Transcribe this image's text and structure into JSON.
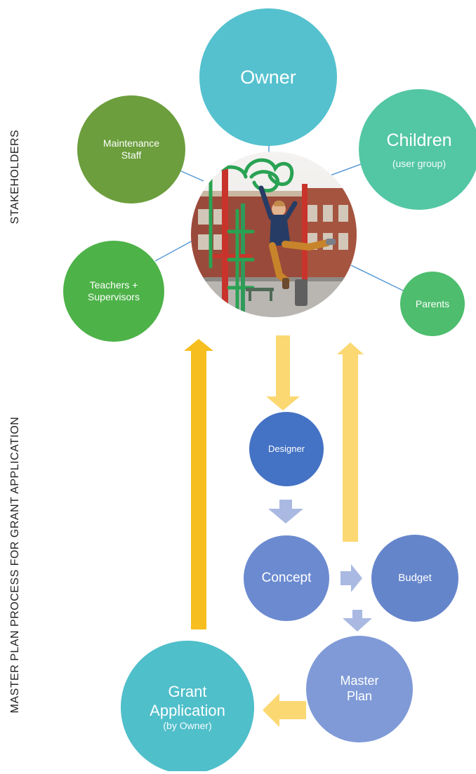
{
  "labels": {
    "stakeholders": "STAKEHOLDERS",
    "process": "MASTER PLAN PROCESS FOR GRANT APPLICATION"
  },
  "nodes": {
    "owner": {
      "label": "Owner",
      "color": "#55C1CE"
    },
    "maintenance": {
      "line1": "Maintenance",
      "line2": "Staff",
      "color": "#6C9E3D"
    },
    "children": {
      "label": "Children",
      "sub": "(user group)",
      "color": "#53C6A3"
    },
    "teachers": {
      "line1": "Teachers +",
      "line2": "Supervisors",
      "color": "#4DB248"
    },
    "parents": {
      "label": "Parents",
      "color": "#4EBD6E"
    },
    "designer": {
      "label": "Designer",
      "color": "#4472C4"
    },
    "concept": {
      "label": "Concept",
      "color": "#6B8AD0"
    },
    "budget": {
      "label": "Budget",
      "color": "#6585CB"
    },
    "master_plan": {
      "line1": "Master",
      "line2": "Plan",
      "color": "#7F9AD7"
    },
    "grant": {
      "line1": "Grant",
      "line2": "Application",
      "sub": "(by Owner)",
      "color": "#4FBFCA"
    }
  },
  "colors": {
    "arrow_gold": "#F6BE1E",
    "arrow_light": "#FCD872",
    "arrow_blue": "#A9B9E2",
    "connector": "#5B9BD5"
  },
  "photo": {
    "icon": "playground-photo"
  }
}
